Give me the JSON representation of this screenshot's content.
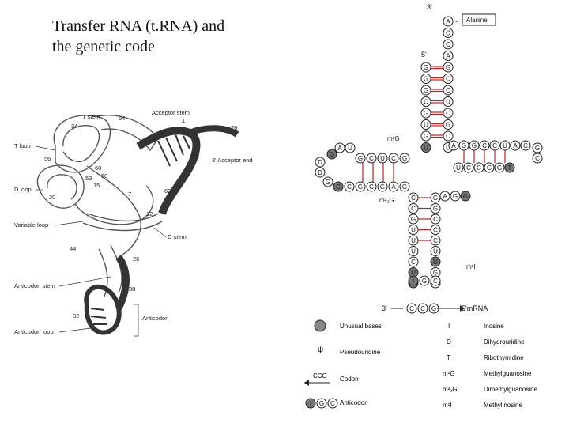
{
  "title": {
    "line1": "Transfer RNA (t.RNA) and",
    "line2": "the genetic code"
  },
  "structure3d": {
    "labels": {
      "t_stem": "T stem",
      "acceptor_stem": "Acceptor stem",
      "n64": "64",
      "n1": "1",
      "n76": "76",
      "n34": "34",
      "n72": "72",
      "t_loop": "T loop",
      "acceptor_end": "3' Acceptor end",
      "n56": "56",
      "n60": "60",
      "n50": "50",
      "n53": "53",
      "n15": "15",
      "d_loop": "D loop",
      "n20": "20",
      "n69": "69",
      "n7": "7",
      "n12": "12",
      "variable_loop": "Variable loop",
      "d_stem": "D stem",
      "n44": "44",
      "n26": "26",
      "anticodon_stem": "Anticodon stem",
      "n38": "38",
      "n32": "32",
      "anticodon": "Anticodon",
      "anticodon_loop": "Anticodon loop"
    }
  },
  "cloverleaf": {
    "three_prime": "3'",
    "five_prime": "5'",
    "alanine": "Alanine",
    "tilde": "~",
    "m1g": "m¹G",
    "m2g": "m²₂G",
    "m1i": "m¹I",
    "mrna_3": "3'",
    "mrna_5": "5'mRNA",
    "acceptor_right": [
      "A",
      "C",
      "C",
      "A",
      "G",
      "C",
      "C",
      "U",
      "C",
      "G",
      "C",
      "U"
    ],
    "acceptor_left": [
      "G",
      "G",
      "G",
      "C",
      "G",
      "U",
      "G",
      "U"
    ],
    "d_arm_top": [
      "A",
      "U"
    ],
    "d_arm": [
      "G",
      "C",
      "U",
      "C",
      "G",
      "G",
      "A",
      "G",
      "C",
      "G",
      "C",
      "C",
      "D",
      "D",
      "G",
      "G"
    ],
    "t_arm_top": [
      "A",
      "G",
      "G",
      "C",
      "C",
      "U",
      "A",
      "C"
    ],
    "t_arm_bottom": [
      "U",
      "C",
      "C",
      "G",
      "G",
      "T"
    ],
    "t_arm_right": [
      "G",
      "C"
    ],
    "variable": [
      "A",
      "G",
      "G"
    ],
    "anticodon_left": [
      "C",
      "C",
      "G",
      "U",
      "U",
      "U",
      "C",
      "U",
      "I"
    ],
    "anticodon_right": [
      "G",
      "G",
      "C",
      "C",
      "C",
      "U",
      "U",
      "G",
      "C"
    ],
    "anticodon_bases": [
      "I",
      "G",
      "C"
    ],
    "mrna_bases": [
      "C",
      "C",
      "G"
    ]
  },
  "legend": {
    "unusual_bases": "Unusual bases",
    "psi": "ψ",
    "pseudouridine": "Pseudouridine",
    "codon_label": "CCG",
    "codon": "Codon",
    "anticodon": "Anticodon",
    "anticodon_bases": [
      "I",
      "G",
      "C"
    ],
    "I": "I",
    "inosine": "Inosine",
    "D": "D",
    "dihydrouridine": "Dihydrouridine",
    "T": "T",
    "ribothymidine": "Ribothymidine",
    "m1G": "m¹G",
    "methylguanosine": "Methylguanosine",
    "m2G": "m²₂G",
    "dimethylguanosine": "Dimethylguanosine",
    "m1I": "m¹I",
    "methylinosine": "Methylinosine"
  }
}
